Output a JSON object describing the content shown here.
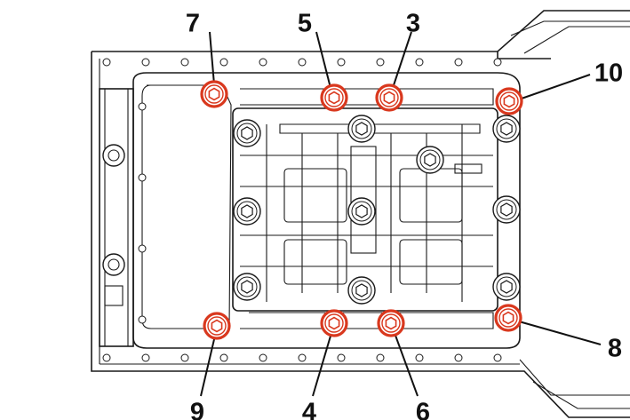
{
  "diagram": {
    "kind": "bolt-tightening-sequence",
    "highlight_color": "#d9381e",
    "leader_color": "#111111",
    "bolts": [
      {
        "label": "7"
      },
      {
        "label": "5"
      },
      {
        "label": "3"
      },
      {
        "label": "10"
      },
      {
        "label": "8"
      },
      {
        "label": "6"
      },
      {
        "label": "4"
      },
      {
        "label": "9"
      }
    ]
  }
}
